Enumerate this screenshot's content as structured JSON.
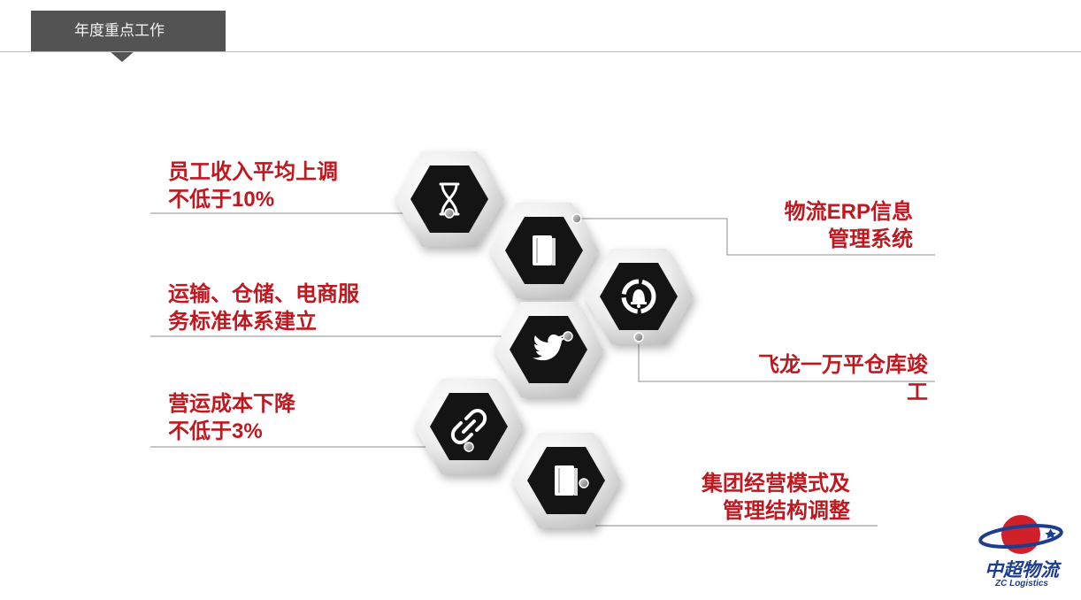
{
  "header": {
    "title": "年度重点工作"
  },
  "items": {
    "salary": {
      "line1": "员工收入平均上调",
      "line2": "不低于10%"
    },
    "standards": {
      "line1": "运输、仓储、电商服",
      "line2": "务标准体系建立"
    },
    "cost": {
      "line1": "营运成本下降",
      "line2": "不低于3%"
    },
    "erp": {
      "line1": "物流ERP信息",
      "line2": "管理系统"
    },
    "warehouse": {
      "line1": "飞龙一万平仓库竣",
      "line2": "工"
    },
    "group": {
      "line1": "集团经营模式及",
      "line2": "管理结构调整"
    }
  },
  "logo": {
    "name": "中超物流",
    "subtitle": "ZC Logistics"
  },
  "colors": {
    "accent": "#c0181f",
    "header": "#535353",
    "logo": "#1d3e8e",
    "logo_red": "#d0202a"
  },
  "icons": [
    "hourglass-icon",
    "book-icon",
    "bell-icon",
    "twitter-bird-icon",
    "link-icon",
    "book-icon"
  ]
}
